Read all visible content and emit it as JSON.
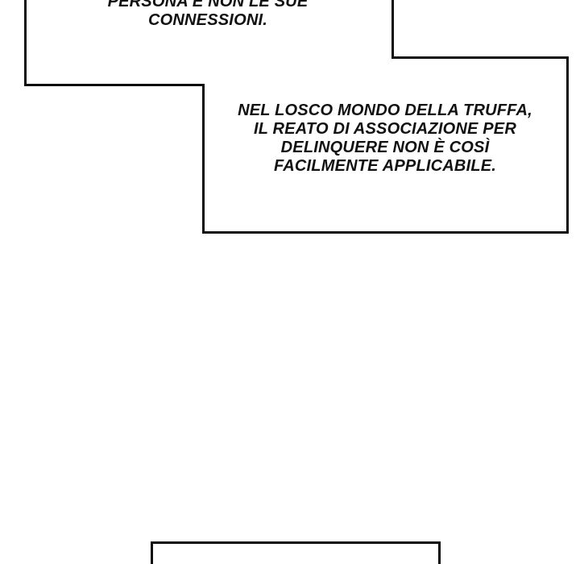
{
  "page": {
    "background_color": "#ffffff",
    "ink_color": "#0d0d0d"
  },
  "bubbles": {
    "top": {
      "lines": [
        "PERSONA E NON LE SUE",
        "CONNESSIONI."
      ]
    },
    "middle": {
      "lines": [
        "NEL LOSCO MONDO DELLA TRUFFA,",
        "IL REATO DI ASSOCIAZIONE PER",
        "DELINQUERE NON È COSÌ",
        "FACILMENTE APPLICABILE."
      ]
    }
  }
}
